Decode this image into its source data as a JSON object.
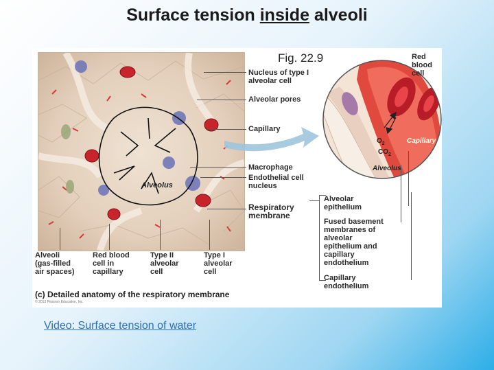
{
  "slide": {
    "title_prefix": "Surface tension ",
    "title_emphasis": "inside",
    "title_suffix": " alveoli",
    "video_link": "Video:   Surface tension of water"
  },
  "figure": {
    "number": "Fig. 22.9",
    "caption": "(c) Detailed anatomy of the respiratory membrane",
    "copyright": "© 2013 Pearson Education, Inc.",
    "micrograph_label": "Alveolus",
    "inset": {
      "o2": "O",
      "o2_sub": "2",
      "co2": "CO",
      "co2_sub": "2",
      "alveolus": "Alveolus",
      "capillary": "Capillary"
    },
    "labels": {
      "nucleus_type1_l1": "Nucleus of type I",
      "nucleus_type1_l2": "alveolar cell",
      "alveolar_pores": "Alveolar pores",
      "capillary": "Capillary",
      "macrophage": "Macrophage",
      "endothelial_l1": "Endothelial cell",
      "endothelial_l2": "nucleus",
      "respiratory_l1": "Respiratory",
      "respiratory_l2": "membrane",
      "rbc_top_l1": "Red blood",
      "rbc_top_l2": "cell",
      "alveolar_epi_l1": "Alveolar",
      "alveolar_epi_l2": "epithelium",
      "fused_l1": "Fused basement",
      "fused_l2": "membranes of",
      "fused_l3": "alveolar",
      "fused_l4": "epithelium and",
      "fused_l5": "capillary",
      "fused_l6": "endothelium",
      "cap_endo_l1": "Capillary",
      "cap_endo_l2": "endothelium",
      "alveoli_l1": "Alveoli",
      "alveoli_l2": "(gas-filled",
      "alveoli_l3": "air spaces)",
      "rbc_cap_l1": "Red blood",
      "rbc_cap_l2": "cell in",
      "rbc_cap_l3": "capillary",
      "type2_l1": "Type II",
      "type2_l2": "alveolar",
      "type2_l3": "cell",
      "type1_l1": "Type I",
      "type1_l2": "alveolar",
      "type1_l3": "cell"
    }
  },
  "colors": {
    "accent_blue": "#2eaee8",
    "blood_red": "#c8242c",
    "link_blue": "#2b6fb8"
  }
}
